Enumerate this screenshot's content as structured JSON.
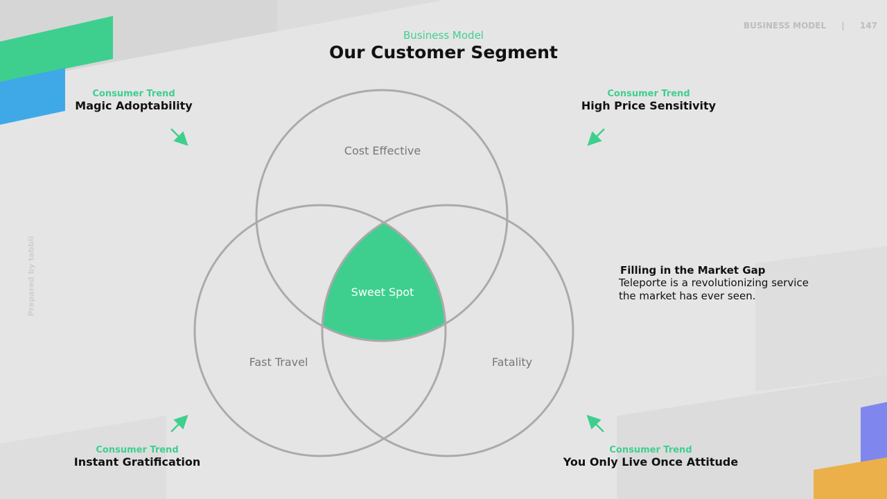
{
  "header": {
    "subtitle": "Business Model",
    "title": "Our Customer Segment"
  },
  "page_info": {
    "section": "BUSINESS MODEL",
    "separator": "|",
    "page_number": "147"
  },
  "side_note": "Prepared by tabbii",
  "trends": [
    {
      "label": "Consumer Trend",
      "title": "Magic Adoptability"
    },
    {
      "label": "Consumer Trend",
      "title": "High Price Sensitivity"
    },
    {
      "label": "Consumer Trend",
      "title": "Instant Gratification"
    },
    {
      "label": "Consumer Trend",
      "title": "You Only Live Once Attitude"
    }
  ],
  "venn": {
    "top": "Cost Effective",
    "left": "Fast Travel",
    "right": "Fatality",
    "center": "Sweet Spot"
  },
  "market_gap": {
    "title": "Filling in the Market Gap",
    "body_line1": "Teleporte is a revolutionizing service",
    "body_line2": "the market has ever seen."
  },
  "colors": {
    "green": "#3ecf8e",
    "blue": "#3fa9e8",
    "purple": "#7f87ef",
    "orange": "#ecb04a",
    "circle": "#aaaaaa"
  }
}
